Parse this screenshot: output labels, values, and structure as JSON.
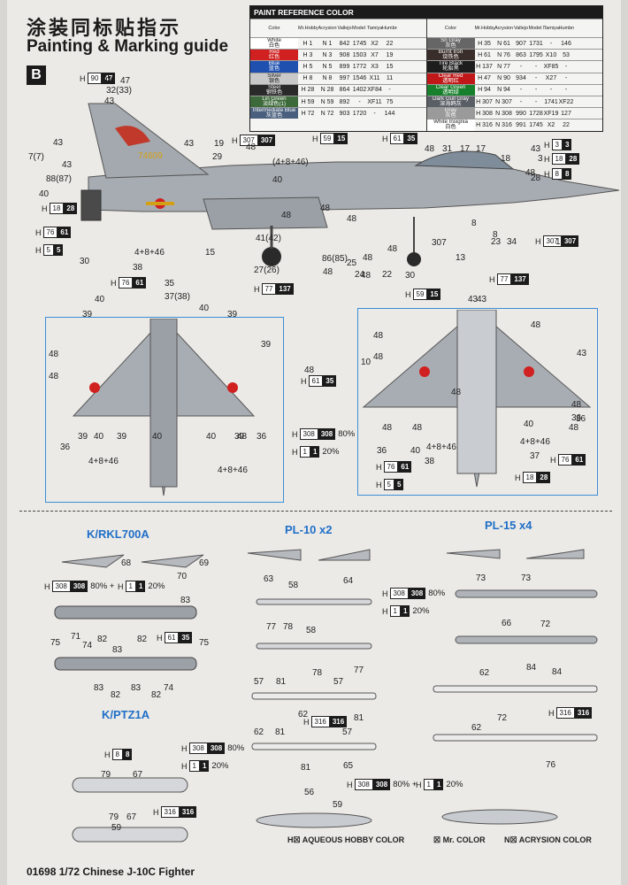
{
  "header": {
    "title_cn": "涂装同标贴指示",
    "title_en": "Painting & Marking guide",
    "page_letter": "B"
  },
  "paint_table": {
    "title": "PAINT REFERENCE COLOR",
    "columns": [
      "Color",
      "Mr.Hobby",
      "Acrysion",
      "Vallejo",
      "Model Master",
      "Tamiya",
      "Humbrol"
    ],
    "left": [
      {
        "name": "White",
        "cn": "白色",
        "swatch": "#ffffff",
        "text": "#222222",
        "hobby": "1",
        "acrysion": "1",
        "vallejo": "842",
        "mm": "1745",
        "tamiya": "X2",
        "humbrol": "22"
      },
      {
        "name": "Red",
        "cn": "红色",
        "swatch": "#d02020",
        "text": "#ffffff",
        "hobby": "3",
        "acrysion": "3",
        "vallejo": "908",
        "mm": "1503",
        "tamiya": "X7",
        "humbrol": "19"
      },
      {
        "name": "Blue",
        "cn": "蓝色",
        "swatch": "#1f50b0",
        "text": "#ffffff",
        "hobby": "5",
        "acrysion": "5",
        "vallejo": "899",
        "mm": "1772",
        "tamiya": "X3",
        "humbrol": "15"
      },
      {
        "name": "Silver",
        "cn": "银色",
        "swatch": "#c9c9c9",
        "text": "#222222",
        "hobby": "8",
        "acrysion": "8",
        "vallejo": "997",
        "mm": "1546",
        "tamiya": "X11",
        "humbrol": "11"
      },
      {
        "name": "Steel",
        "cn": "钢铁色",
        "swatch": "#2a2a2a",
        "text": "#ffffff",
        "hobby": "28",
        "acrysion": "28",
        "vallejo": "864",
        "mm": "1402",
        "tamiya": "XF84",
        "humbrol": "-"
      },
      {
        "name": "Lin Green",
        "cn": "淡绿色(1)",
        "swatch": "#3d6a3a",
        "text": "#ffffff",
        "hobby": "59",
        "acrysion": "59",
        "vallejo": "892",
        "mm": "-",
        "tamiya": "XF11",
        "humbrol": "75"
      },
      {
        "name": "Intermediate Blue",
        "cn": "灰蓝色",
        "swatch": "#4a5f7d",
        "text": "#ffffff",
        "hobby": "72",
        "acrysion": "72",
        "vallejo": "903",
        "mm": "1720",
        "tamiya": "-",
        "humbrol": "144"
      }
    ],
    "right": [
      {
        "name": "Sn Gray",
        "cn": "灰色",
        "swatch": "#666666",
        "text": "#ffffff",
        "hobby": "35",
        "acrysion": "61",
        "vallejo": "907",
        "mm": "1731",
        "tamiya": "-",
        "humbrol": "146"
      },
      {
        "name": "Burnt Iron",
        "cn": "烧铁色",
        "swatch": "#3a2e2a",
        "text": "#ffffff",
        "hobby": "61",
        "acrysion": "76",
        "vallejo": "863",
        "mm": "1795",
        "tamiya": "X10",
        "humbrol": "53"
      },
      {
        "name": "Tire Black",
        "cn": "轮胎黑",
        "swatch": "#1d1d1d",
        "text": "#ffffff",
        "hobby": "137",
        "acrysion": "77",
        "vallejo": "-",
        "mm": "-",
        "tamiya": "XF85",
        "humbrol": "-"
      },
      {
        "name": "Clear Red",
        "cn": "透明红",
        "swatch": "#c01818",
        "text": "#ffffff",
        "hobby": "47",
        "acrysion": "90",
        "vallejo": "934",
        "mm": "-",
        "tamiya": "X27",
        "humbrol": "-"
      },
      {
        "name": "Clear Green",
        "cn": "透明绿",
        "swatch": "#17802c",
        "text": "#ffffff",
        "hobby": "94",
        "acrysion": "94",
        "vallejo": "-",
        "mm": "-",
        "tamiya": "-",
        "humbrol": "-"
      },
      {
        "name": "Dark Gull Gray",
        "cn": "深海鸥灰",
        "swatch": "#5a5f66",
        "text": "#ffffff",
        "hobby": "307",
        "acrysion": "307",
        "vallejo": "-",
        "mm": "-",
        "tamiya": "1741",
        "humbrol": "XF22"
      },
      {
        "name": "Gray",
        "cn": "灰色",
        "swatch": "#9a9a9a",
        "text": "#ffffff",
        "hobby": "308",
        "acrysion": "308",
        "vallejo": "990",
        "mm": "1728",
        "tamiya": "XF19",
        "humbrol": "127"
      },
      {
        "name": "White Insignia",
        "cn": "白色",
        "swatch": "#ffffff",
        "text": "#222222",
        "hobby": "316",
        "acrysion": "316",
        "vallejo": "991",
        "mm": "1745",
        "tamiya": "X2",
        "humbrol": "22"
      }
    ]
  },
  "side_view": {
    "tail_number": "74609",
    "callouts": [
      "90",
      "47",
      "32(33)",
      "43",
      "43",
      "7(7)",
      "43",
      "88(87)",
      "40",
      "43",
      "19",
      "48",
      "29",
      "48",
      "31",
      "17",
      "17",
      "18",
      "43",
      "3",
      "48",
      "28",
      "8",
      "8",
      "34",
      "23",
      "13",
      "13",
      "307",
      "86(85)",
      "25",
      "24",
      "48",
      "22",
      "48",
      "30",
      "15",
      "27(26)",
      "41(42)",
      "38",
      "30",
      "35",
      "37(38)",
      "4+8+46",
      "(4+8+46)",
      "40",
      "48",
      "48",
      "48",
      "48",
      "48"
    ],
    "codes": [
      {
        "h": "90",
        "b": "47"
      },
      {
        "h": "307",
        "b": "307"
      },
      {
        "h": "59",
        "b": "15"
      },
      {
        "h": "61",
        "b": "35"
      },
      {
        "h": "18",
        "b": "28"
      },
      {
        "h": "76",
        "b": "61"
      },
      {
        "h": "5",
        "b": "5"
      },
      {
        "h": "3",
        "b": "3"
      },
      {
        "h": "18",
        "b": "28"
      },
      {
        "h": "8",
        "b": "8"
      },
      {
        "h": "307",
        "b": "307"
      },
      {
        "h": "76",
        "b": "61"
      },
      {
        "h": "77",
        "b": "137"
      },
      {
        "h": "59",
        "b": "15"
      },
      {
        "h": "77",
        "b": "137"
      }
    ]
  },
  "plan_views": {
    "top_callouts": [
      "40",
      "39",
      "48",
      "48",
      "36",
      "39",
      "40",
      "39",
      "4+8+46",
      "40",
      "40",
      "39",
      "48",
      "48",
      "39",
      "40",
      "39",
      "36",
      "4+8+46",
      "43"
    ],
    "bottom_callouts": [
      "43",
      "48",
      "48",
      "48",
      "48",
      "10",
      "43",
      "48",
      "48",
      "36",
      "40",
      "48",
      "48",
      "4+8+46",
      "36",
      "38",
      "37",
      "40",
      "4+8+46",
      "36"
    ],
    "codes": [
      {
        "h": "61",
        "b": "35"
      },
      {
        "h": "308",
        "b": "308",
        "tx": "80%"
      },
      {
        "h": "1",
        "b": "1",
        "tx": "20%"
      },
      {
        "h": "76",
        "b": "61"
      },
      {
        "h": "5",
        "b": "5"
      },
      {
        "h": "18",
        "b": "28"
      },
      {
        "h": "76",
        "b": "61"
      }
    ]
  },
  "ordnance": {
    "titles": [
      "K/RKL700A",
      "PL-10 x2",
      "PL-15 x4",
      "K/PTZ1A"
    ],
    "codes": [
      {
        "h": "308",
        "b": "308",
        "tx": "80% +"
      },
      {
        "h": "1",
        "b": "1",
        "tx": "20%"
      },
      {
        "h": "61",
        "b": "35"
      },
      {
        "h": "308",
        "b": "308",
        "tx": "80%"
      },
      {
        "h": "1",
        "b": "1",
        "tx": "20%"
      },
      {
        "h": "316",
        "b": "316"
      },
      {
        "h": "316",
        "b": "316"
      },
      {
        "h": "8",
        "b": "8"
      },
      {
        "h": "308",
        "b": "308",
        "tx": "80%"
      },
      {
        "h": "1",
        "b": "1",
        "tx": "20%"
      },
      {
        "h": "316",
        "b": "316"
      },
      {
        "h": "308",
        "b": "308",
        "tx": "80% +"
      },
      {
        "h": "1",
        "b": "1",
        "tx": "20%"
      }
    ],
    "callouts": [
      "68",
      "69",
      "70",
      "83",
      "71",
      "74",
      "82",
      "82",
      "75",
      "83",
      "75",
      "83",
      "82",
      "83",
      "82",
      "74",
      "63",
      "64",
      "58",
      "77",
      "78",
      "58",
      "78",
      "77",
      "57",
      "81",
      "57",
      "62",
      "81",
      "81",
      "57",
      "62",
      "81",
      "65",
      "73",
      "73",
      "66",
      "72",
      "62",
      "84",
      "84",
      "62",
      "72",
      "76",
      "79",
      "67",
      "79",
      "67",
      "59",
      "56",
      "59"
    ]
  },
  "legend": {
    "aqueous": "H☒ AQUEOUS HOBBY COLOR",
    "mr": "☒ Mr. COLOR",
    "acrysion": "N☒ ACRYSION COLOR"
  },
  "footer": "01698 1/72 Chinese J-10C Fighter"
}
